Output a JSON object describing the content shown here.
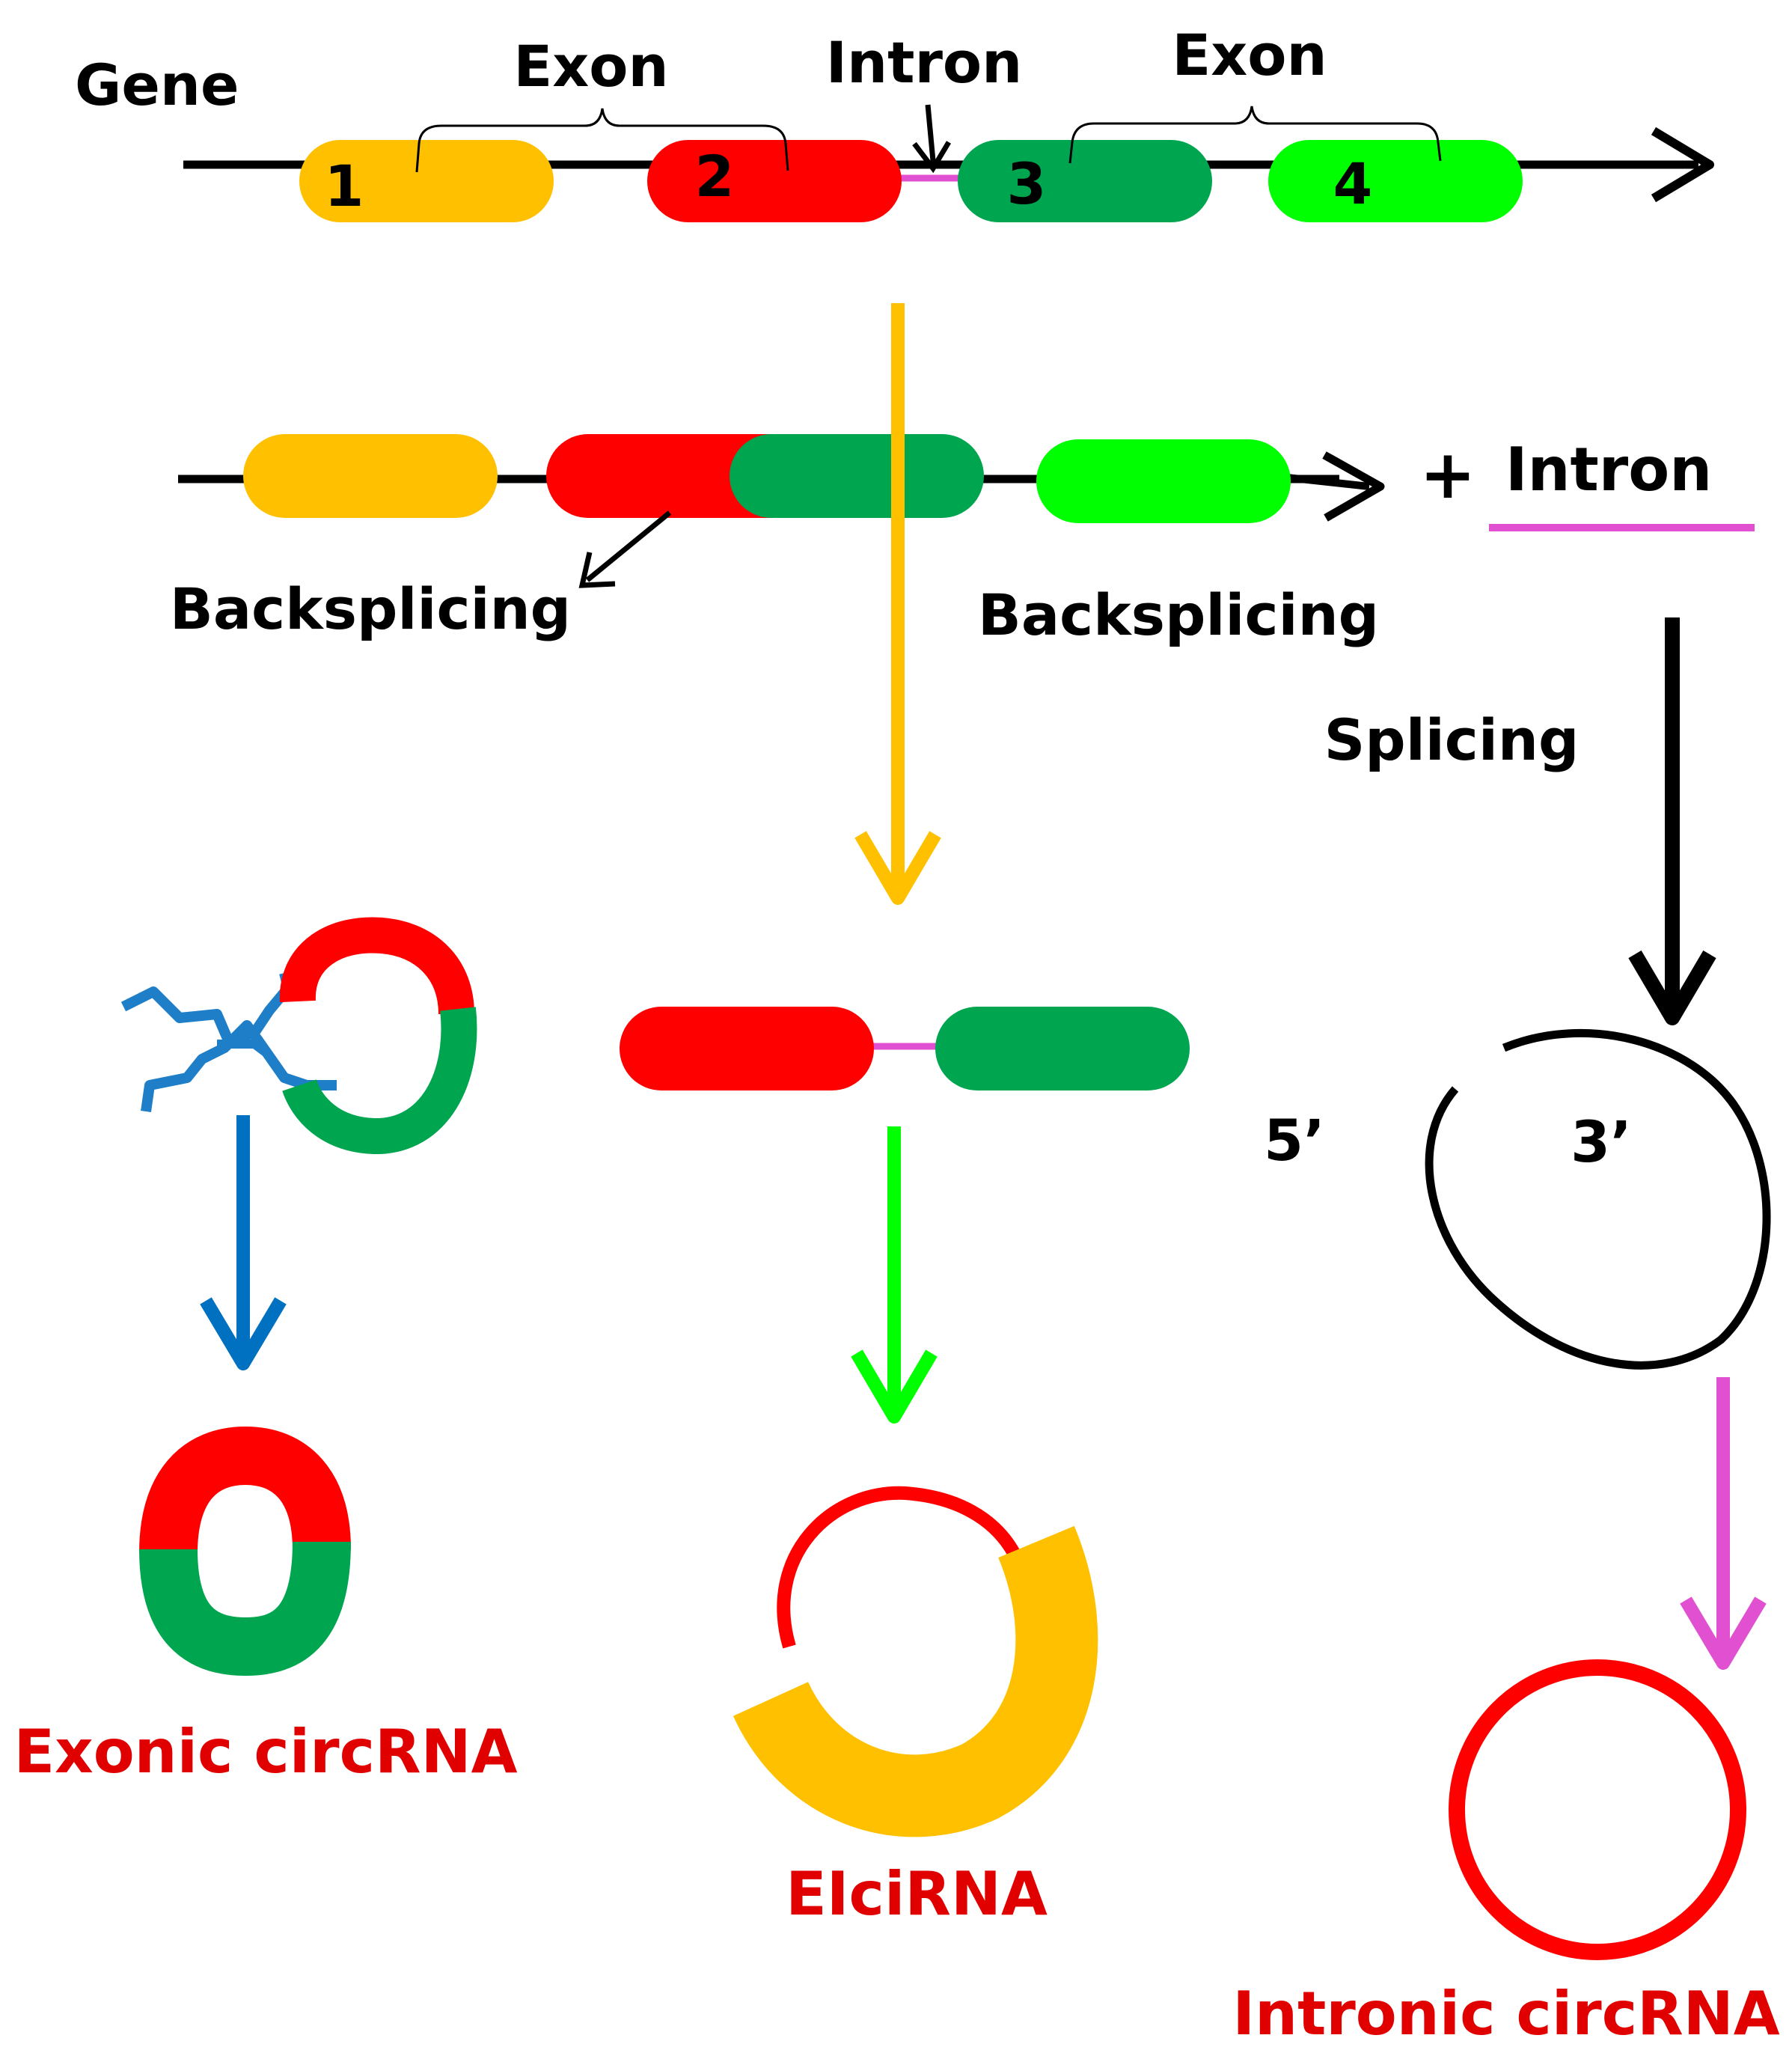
{
  "labels": {
    "gene": "Gene",
    "exon_left": "Exon",
    "exon_right": "Exon",
    "intron_top": "Intron",
    "exon_numbers": [
      "1",
      "2",
      "3",
      "4"
    ],
    "plus": "+",
    "intron_side": "Intron",
    "backsplicing_left": "Backsplicing",
    "backsplicing_right": "Backsplicing",
    "splicing": "Splicing",
    "five_prime": "5’",
    "three_prime": "3’",
    "exonic": "Exonic circRNA",
    "elcirna": "EIciRNA",
    "intronic": "Intronic circRNA"
  },
  "colors": {
    "exon1": "#FFC000",
    "exon2": "#FF0000",
    "exon3": "#00A550",
    "exon4": "#00FF00",
    "intron": "#E050D0",
    "backbone": "#000000",
    "rbp": "#1E7FC8",
    "path_yellow": "#FFC000",
    "path_blue": "#0070C0",
    "path_green": "#00FF00",
    "path_pink": "#E050D0",
    "product_text": "#E00000"
  }
}
